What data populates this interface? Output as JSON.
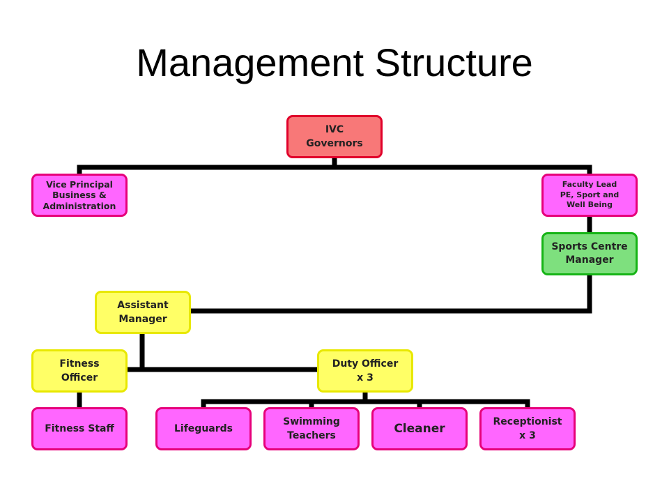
{
  "title": "Management Structure",
  "nodes": {
    "ivc_governors": "IVC\nGovernors",
    "vice_principal": "Vice Principal\nBusiness &\nAdministration",
    "faculty_lead": "Faculty Lead\nPE, Sport and\nWell Being",
    "sports_centre_manager": "Sports Centre\nManager",
    "assistant_manager": "Assistant\nManager",
    "fitness_officer": "Fitness\nOfficer",
    "duty_officer": "Duty Officer\nx 3",
    "fitness_staff": "Fitness Staff",
    "lifeguards": "Lifeguards",
    "swimming_teachers": "Swimming\nTeachers",
    "cleaner": "Cleaner",
    "receptionist": "Receptionist\nx 3"
  },
  "colors": {
    "governors": "#f87878",
    "senior": "#ff66ff",
    "manager": "#7ee07e",
    "officers": "#ffff66",
    "staff": "#ff66ff",
    "connector": "#000000"
  }
}
